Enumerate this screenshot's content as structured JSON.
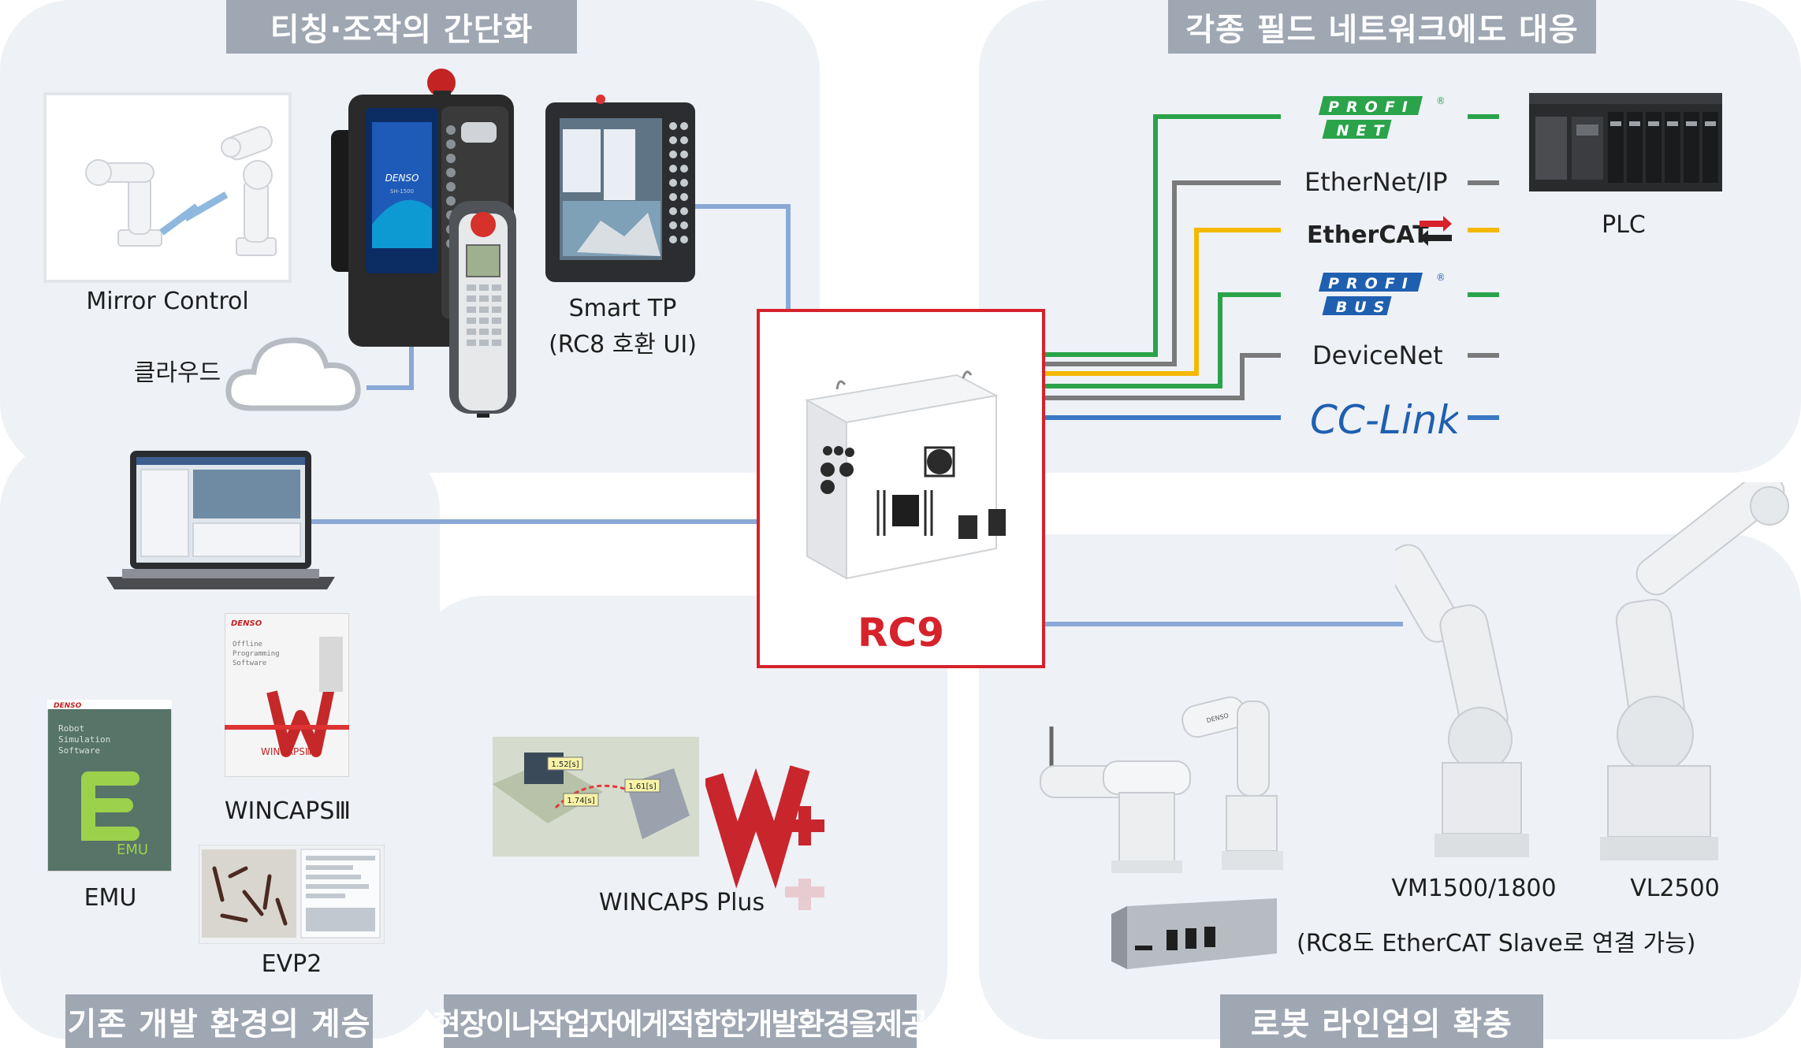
{
  "sections": {
    "teaching": "티칭·조작의 간단화",
    "network": "각종 필드 네트워크에도 대응",
    "legacy": "기존 개발 환경의 계승",
    "field": "현장이나작업자에게적합한개발환경을제공",
    "robots": "로봇 라인업의 확충"
  },
  "center": {
    "label": "RC9"
  },
  "teaching_items": {
    "mirror": "Mirror Control",
    "cloud": "클라우드",
    "smarttp": "Smart TP",
    "smarttp_sub": "(RC8 호환 UI)",
    "tp_brand": "DENSO",
    "tp_model": "SH-1500"
  },
  "networks": [
    {
      "name": "PROFINET",
      "line1": "PROFI",
      "line2": "NET",
      "color": "#2aa34a"
    },
    {
      "name": "EtherNet/IP",
      "color": "#7a7a7a"
    },
    {
      "name": "EtherCAT",
      "color": "#f5b800"
    },
    {
      "name": "PROFIBUS",
      "line1": "PROFI",
      "line2": "BUS",
      "color": "#2aa34a"
    },
    {
      "name": "DeviceNet",
      "color": "#7a7a7a"
    },
    {
      "name": "CC-Link",
      "color": "#3a78c2"
    }
  ],
  "plc": "PLC",
  "legacy_items": {
    "wincaps3": "WINCAPSⅢ",
    "emu": "EMU",
    "evp2": "EVP2",
    "brand": "DENSO",
    "emu_box": "EMU",
    "emu_box_text": [
      "Robot",
      "Simulation",
      "Software"
    ],
    "wc_box_text": [
      "Offline",
      "Programming",
      "Software"
    ],
    "wc_box_name": "WINCAPSⅢ"
  },
  "field_items": {
    "wincaps_plus": "WINCAPS Plus",
    "times": [
      "1.52[s]",
      "1.74[s]",
      "1.61[s]"
    ]
  },
  "robot_items": {
    "vm": "VM1500/1800",
    "vl": "VL2500",
    "note": "(RC8도 EtherCAT Slave로 연결 가능)",
    "brand": "DENSO"
  }
}
